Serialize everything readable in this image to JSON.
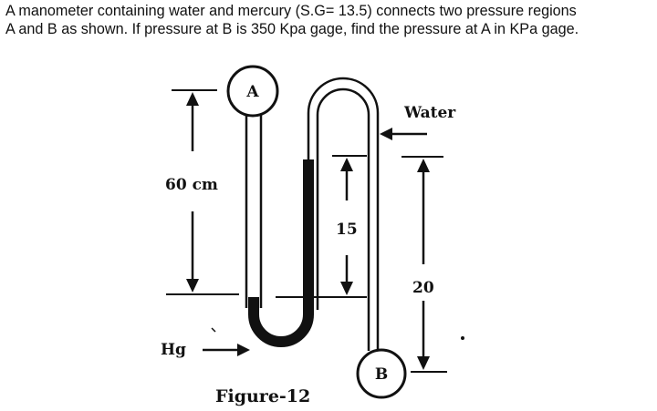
{
  "problem": {
    "line1": "A manometer containing water and mercury (S.G= 13.5) connects two pressure regions",
    "line2": "A and B as shown. If pressure at B is 350 Kpa gage, find the pressure at A in KPa gage."
  },
  "figure": {
    "bulb_a_label": "A",
    "bulb_b_label": "B",
    "water_label": "Water",
    "hg_label": "Hg",
    "dim_60_label": "60 cm",
    "dim_15_label": "15",
    "dim_20_label": "20",
    "caption": "Figure-12"
  }
}
